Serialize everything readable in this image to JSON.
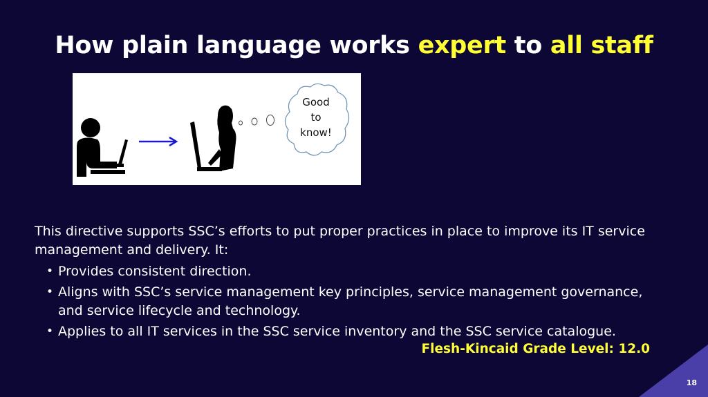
{
  "slide": {
    "title_part1": "How plain language works ",
    "title_hl1": "expert",
    "title_part2": " to ",
    "title_hl2": "all staff",
    "intro": "This directive supports SSC’s efforts to put proper practices in place to improve its IT service management and delivery.  It:",
    "bullets": [
      "Provides consistent direction.",
      "Aligns with SSC’s service management key principles, service management governance, and service lifecycle and technology.",
      "Applies to all IT services in the SSC service inventory and the SSC service catalogue."
    ],
    "grade_level": "Flesh-Kincaid Grade Level: 12.0",
    "page_number": "18"
  },
  "illustration": {
    "thought_bubble": [
      "Good",
      "to",
      "know!"
    ]
  },
  "colors": {
    "background": "#0d0736",
    "highlight": "#ffff33",
    "corner_accent": "#4a3fa8",
    "arrow": "#1a1acc"
  }
}
